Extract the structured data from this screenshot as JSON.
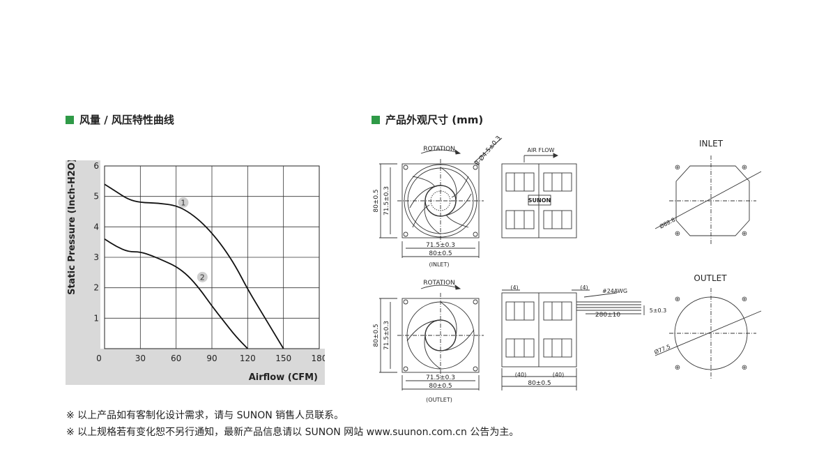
{
  "titles": {
    "curve": "风量 / 风压特性曲线",
    "dimensions": "产品外观尺寸 (mm)"
  },
  "chart_data": {
    "type": "line",
    "ylabel": "Static Pressure (Inch-H2O)",
    "xlabel": "Airflow (CFM)",
    "xlim": [
      0,
      180
    ],
    "ylim": [
      0,
      6
    ],
    "xticks": [
      "0",
      "30",
      "60",
      "90",
      "120",
      "150",
      "180"
    ],
    "yticks": [
      "1",
      "2",
      "3",
      "4",
      "5",
      "6"
    ],
    "grid": true,
    "series": [
      {
        "name": "1",
        "x": [
          0,
          10,
          20,
          30,
          45,
          60,
          70,
          80,
          90,
          100,
          110,
          120,
          130,
          140,
          150
        ],
        "y": [
          5.4,
          5.15,
          4.9,
          4.8,
          4.78,
          4.7,
          4.5,
          4.2,
          3.8,
          3.3,
          2.7,
          1.95,
          1.3,
          0.65,
          0
        ]
      },
      {
        "name": "2",
        "x": [
          0,
          10,
          20,
          30,
          40,
          50,
          60,
          70,
          80,
          90,
          100,
          110,
          120
        ],
        "y": [
          3.6,
          3.35,
          3.18,
          3.18,
          3.05,
          2.88,
          2.7,
          2.4,
          1.95,
          1.4,
          0.9,
          0.4,
          0
        ]
      }
    ],
    "curve_labels": [
      "1",
      "2"
    ]
  },
  "drawing": {
    "rotation": "ROTATION",
    "hole": "8-Ø4.5±0.3",
    "airflow": "AIR FLOW",
    "brand": "SUNON",
    "dim_80": "80±0.5",
    "dim_715": "71.5±0.3",
    "inlet_caption": "(INLET)",
    "outlet_caption": "(OUTLET)",
    "dim_4": "(4)",
    "dim_40": "(40)",
    "awg": "#24AWG",
    "lead": "280±10",
    "strip": "5±0.3",
    "inlet": "INLET",
    "outlet": "OUTLET",
    "dia_inlet": "Ø88.8",
    "dia_outlet": "Ø77.5"
  },
  "notes": [
    "※ 以上产品如有客制化设计需求，请与 SUNON 销售人员联系。",
    "※ 以上规格若有变化恕不另行通知，最新产品信息请以 SUNON 网站 www.suunon.com.cn 公告为主。"
  ],
  "colors": {
    "accent": "#2f9a47",
    "chart_bg": "#d9d9d9"
  }
}
